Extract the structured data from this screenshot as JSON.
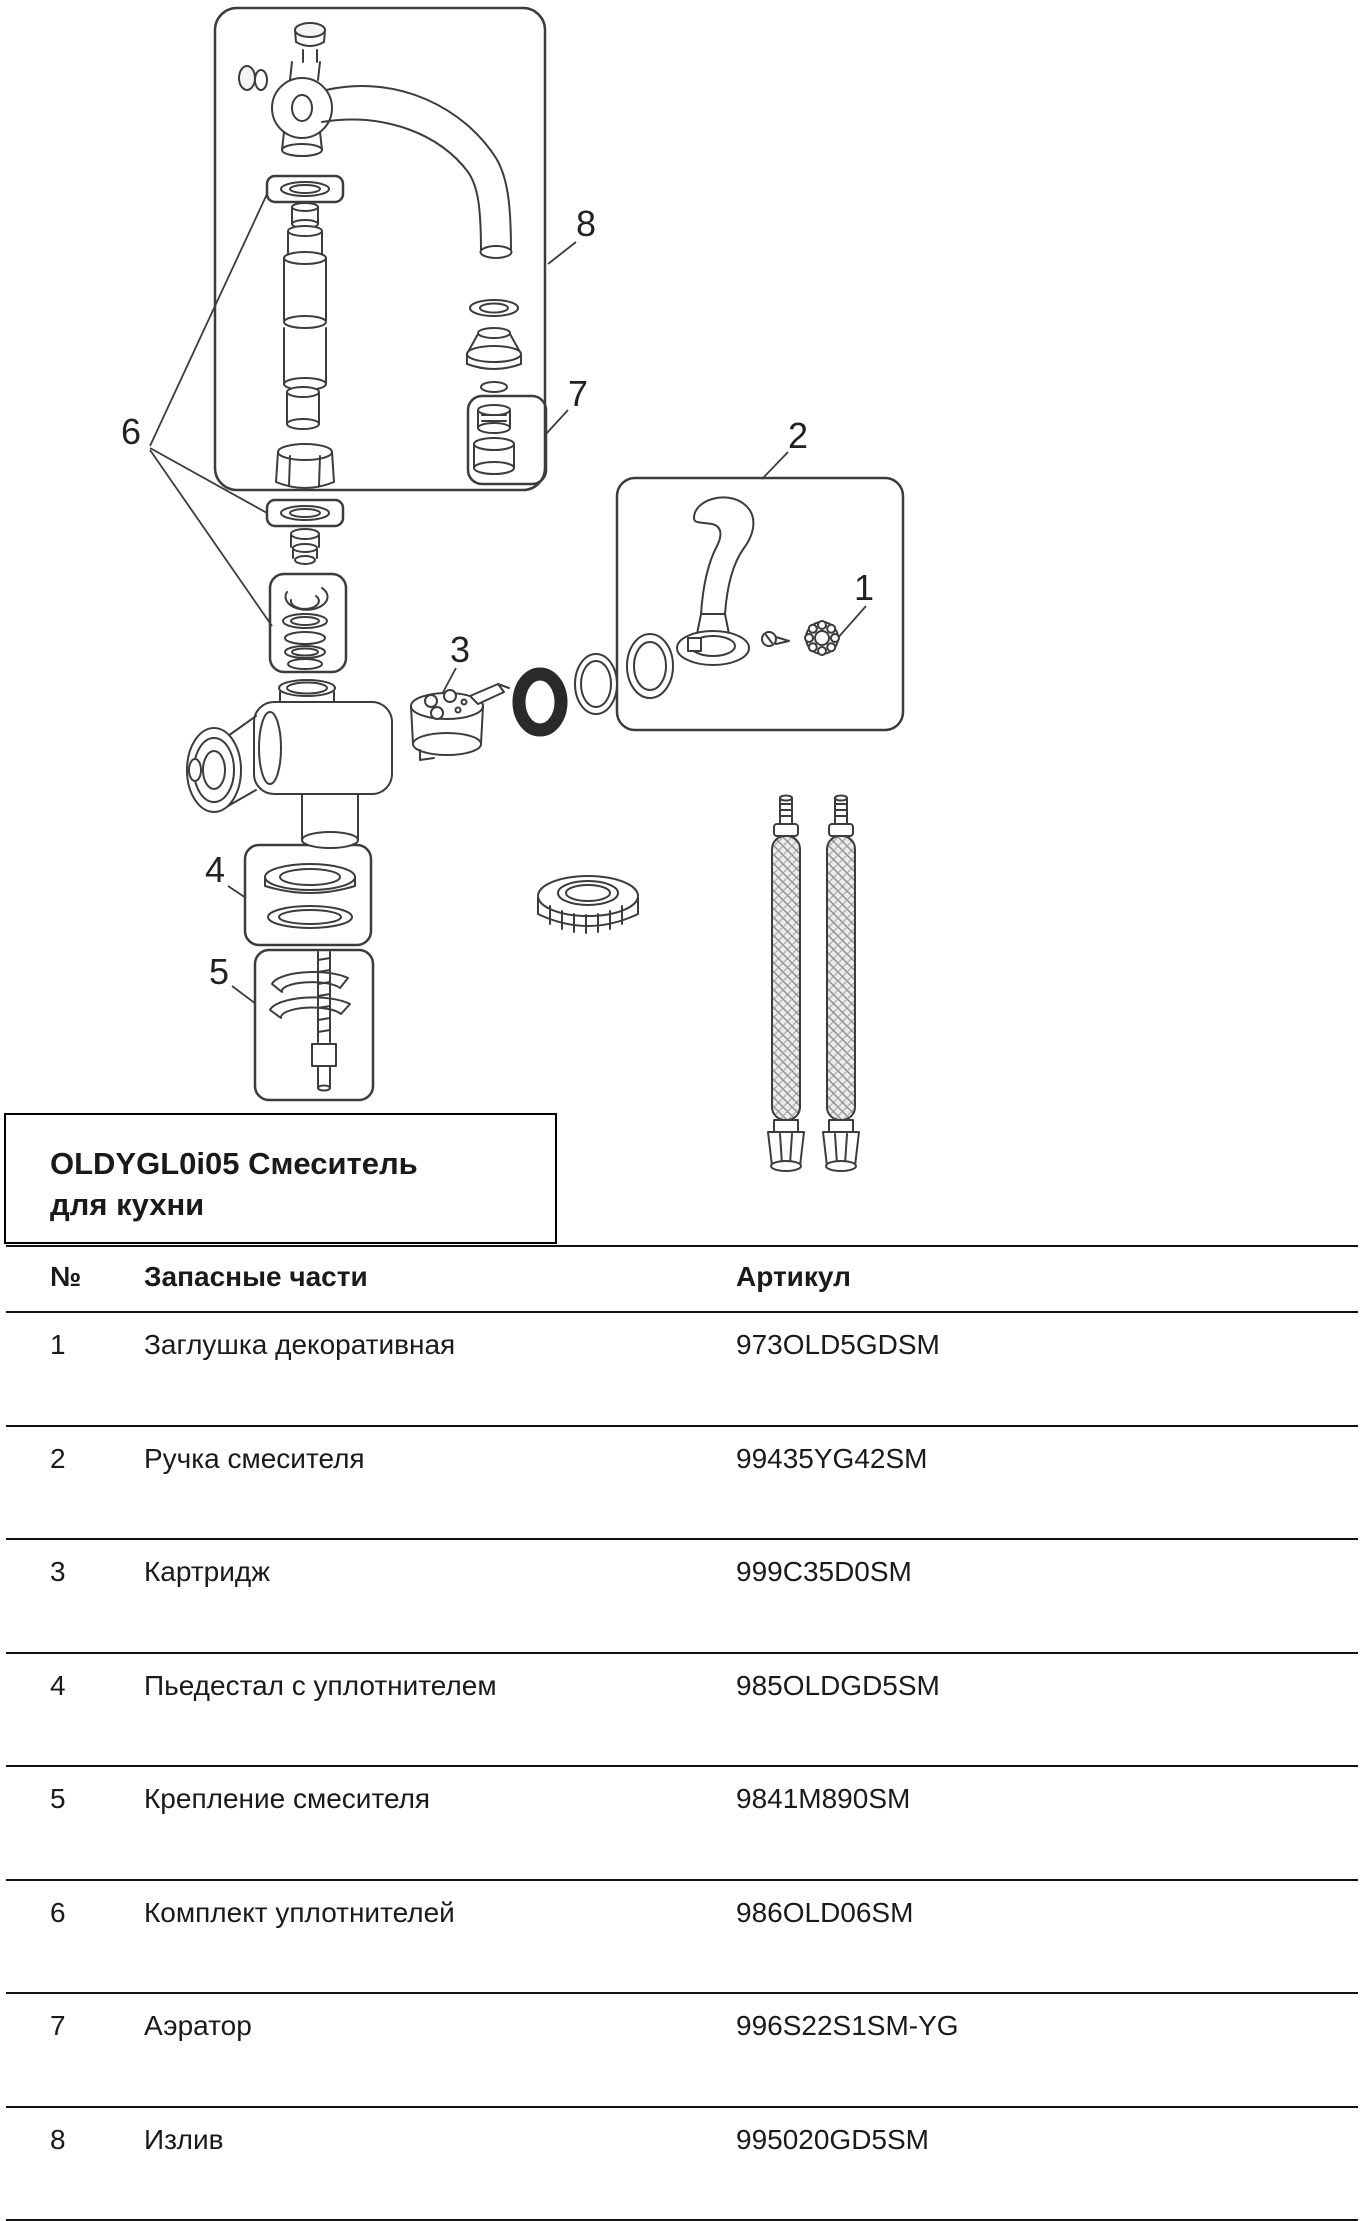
{
  "title": {
    "line1": "OLDYGL0i05 Смеситель",
    "line2": "для кухни"
  },
  "diagram": {
    "callouts": [
      "1",
      "2",
      "3",
      "4",
      "5",
      "6",
      "7",
      "8"
    ]
  },
  "table": {
    "headers": {
      "num": "№",
      "name": "Запасные части",
      "article": "Артикул"
    },
    "rows": [
      {
        "num": "1",
        "name": "Заглушка декоративная",
        "article": "973OLD5GDSM"
      },
      {
        "num": "2",
        "name": "Ручка смесителя",
        "article": "99435YG42SM"
      },
      {
        "num": "3",
        "name": "Картридж",
        "article": "999C35D0SM"
      },
      {
        "num": "4",
        "name": "Пьедестал с уплотнителем",
        "article": "985OLDGD5SM"
      },
      {
        "num": "5",
        "name": "Крепление смесителя",
        "article": "9841M890SM"
      },
      {
        "num": "6",
        "name": "Комплект уплотнителей",
        "article": "986OLD06SM"
      },
      {
        "num": "7",
        "name": "Аэратор",
        "article": "996S22S1SM-YG"
      },
      {
        "num": "8",
        "name": "Излив",
        "article": "995020GD5SM"
      }
    ]
  },
  "colors": {
    "line": "#3c3c3c",
    "table_line": "#111111",
    "rubber": "#2a2a2a"
  }
}
